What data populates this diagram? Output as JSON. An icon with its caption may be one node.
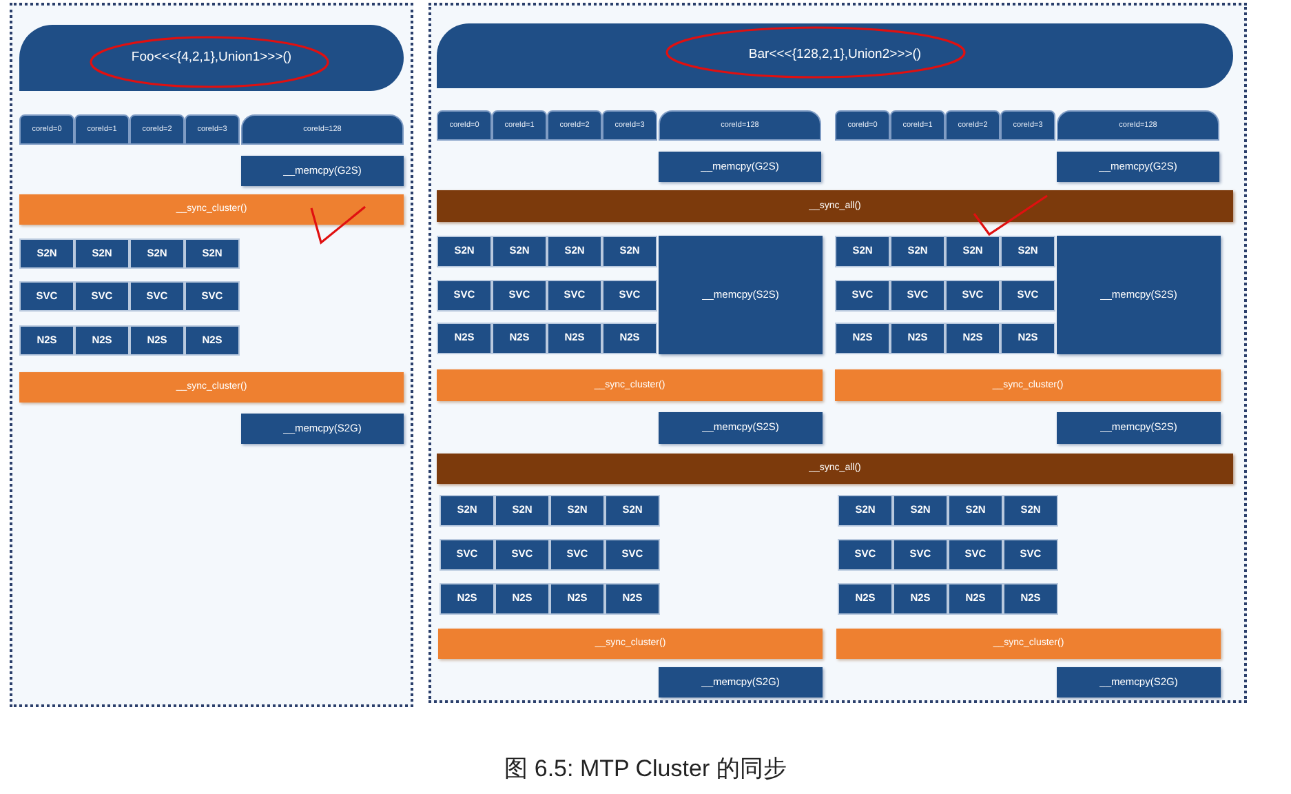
{
  "diagram": {
    "caption": "图 6.5: MTP Cluster 的同步",
    "nodes": [
      {
        "text": [],
        "shape": "box"
      },
      {
        "text": [
          "Foo<<<{4,2,1},Union1>>>()"
        ],
        "in": 0
      },
      {
        "text": [
          "coreId=0"
        ],
        "in": 0
      },
      {
        "text": [
          "coreId=1"
        ],
        "in": 0
      },
      {
        "text": [
          "coreId=2"
        ],
        "in": 0
      },
      {
        "text": [
          "coreId=3"
        ],
        "in": 0
      },
      {
        "text": [
          "coreId=128"
        ],
        "in": 0
      },
      {
        "text": [
          "__memcpy(G2S)"
        ],
        "in": 0
      },
      {
        "text": [
          "__sync_cluster()"
        ],
        "in": 0
      },
      {
        "text": [
          "S2N"
        ],
        "in": 0
      },
      {
        "text": [
          "S2N"
        ],
        "in": 0
      },
      {
        "text": [
          "S2N"
        ],
        "in": 0
      },
      {
        "text": [
          "S2N"
        ],
        "in": 0
      },
      {
        "text": [
          "SVC"
        ],
        "in": 0
      },
      {
        "text": [
          "SVC"
        ],
        "in": 0
      },
      {
        "text": [
          "SVC"
        ],
        "in": 0
      },
      {
        "text": [
          "SVC"
        ],
        "in": 0
      },
      {
        "text": [
          "N2S"
        ],
        "in": 0
      },
      {
        "text": [
          "N2S"
        ],
        "in": 0
      },
      {
        "text": [
          "N2S"
        ],
        "in": 0
      },
      {
        "text": [
          "N2S"
        ],
        "in": 0
      },
      {
        "text": [
          "__sync_cluster()"
        ],
        "in": 0
      },
      {
        "text": [
          "__memcpy(S2G)"
        ],
        "in": 0
      },
      {
        "text": [],
        "shape": "box"
      },
      {
        "text": [
          "Bar<<<{128,2,1},Union2>>>()"
        ],
        "in": 23
      },
      {
        "text": [
          "coreId=0"
        ],
        "in": 23
      },
      {
        "text": [
          "coreId=1"
        ],
        "in": 23
      },
      {
        "text": [
          "coreId=2"
        ],
        "in": 23
      },
      {
        "text": [
          "coreId=3"
        ],
        "in": 23
      },
      {
        "text": [
          "coreId=128"
        ],
        "in": 23
      },
      {
        "text": [
          "coreId=0"
        ],
        "in": 23
      },
      {
        "text": [
          "coreId=1"
        ],
        "in": 23
      },
      {
        "text": [
          "coreId=2"
        ],
        "in": 23
      },
      {
        "text": [
          "coreId=3"
        ],
        "in": 23
      },
      {
        "text": [
          "coreId=128"
        ],
        "in": 23
      },
      {
        "text": [
          "__memcpy(G2S)"
        ],
        "in": 23
      },
      {
        "text": [
          "__memcpy(G2S)"
        ],
        "in": 23
      },
      {
        "text": [
          "__sync_all()"
        ],
        "in": 23
      },
      {
        "text": [
          "S2N"
        ],
        "in": 23
      },
      {
        "text": [
          "S2N"
        ],
        "in": 23
      },
      {
        "text": [
          "S2N"
        ],
        "in": 23
      },
      {
        "text": [
          "S2N"
        ],
        "in": 23
      },
      {
        "text": [
          "__memcpy(S2S)"
        ],
        "in": 23
      },
      {
        "text": [
          "S2N"
        ],
        "in": 23
      },
      {
        "text": [
          "S2N"
        ],
        "in": 23
      },
      {
        "text": [
          "S2N"
        ],
        "in": 23
      },
      {
        "text": [
          "S2N"
        ],
        "in": 23
      },
      {
        "text": [
          "__memcpy(S2S)"
        ],
        "in": 23
      },
      {
        "text": [
          "SVC"
        ],
        "in": 23
      },
      {
        "text": [
          "SVC"
        ],
        "in": 23
      },
      {
        "text": [
          "SVC"
        ],
        "in": 23
      },
      {
        "text": [
          "SVC"
        ],
        "in": 23
      },
      {
        "text": [
          "SVC"
        ],
        "in": 23
      },
      {
        "text": [
          "SVC"
        ],
        "in": 23
      },
      {
        "text": [
          "SVC"
        ],
        "in": 23
      },
      {
        "text": [
          "SVC"
        ],
        "in": 23
      },
      {
        "text": [
          "N2S"
        ],
        "in": 23
      },
      {
        "text": [
          "N2S"
        ],
        "in": 23
      },
      {
        "text": [
          "N2S"
        ],
        "in": 23
      },
      {
        "text": [
          "N2S"
        ],
        "in": 23
      },
      {
        "text": [
          "N2S"
        ],
        "in": 23
      },
      {
        "text": [
          "N2S"
        ],
        "in": 23
      },
      {
        "text": [
          "N2S"
        ],
        "in": 23
      },
      {
        "text": [
          "N2S"
        ],
        "in": 23
      },
      {
        "text": [
          "__sync_cluster()"
        ],
        "in": 23
      },
      {
        "text": [
          "__sync_cluster()"
        ],
        "in": 23
      },
      {
        "text": [
          "__memcpy(S2S)"
        ],
        "in": 23
      },
      {
        "text": [
          "__memcpy(S2S)"
        ],
        "in": 23
      },
      {
        "text": [
          "__sync_all()"
        ],
        "in": 23
      },
      {
        "text": [
          "S2N"
        ],
        "in": 23
      },
      {
        "text": [
          "S2N"
        ],
        "in": 23
      },
      {
        "text": [
          "S2N"
        ],
        "in": 23
      },
      {
        "text": [
          "S2N"
        ],
        "in": 23
      },
      {
        "text": [
          "S2N"
        ],
        "in": 23
      },
      {
        "text": [
          "S2N"
        ],
        "in": 23
      },
      {
        "text": [
          "S2N"
        ],
        "in": 23
      },
      {
        "text": [
          "S2N"
        ],
        "in": 23
      },
      {
        "text": [
          "SVC"
        ],
        "in": 23
      },
      {
        "text": [
          "SVC"
        ],
        "in": 23
      },
      {
        "text": [
          "SVC"
        ],
        "in": 23
      },
      {
        "text": [
          "SVC"
        ],
        "in": 23
      },
      {
        "text": [
          "SVC"
        ],
        "in": 23
      },
      {
        "text": [
          "SVC"
        ],
        "in": 23
      },
      {
        "text": [
          "SVC"
        ],
        "in": 23
      },
      {
        "text": [
          "SVC"
        ],
        "in": 23
      },
      {
        "text": [
          "N2S"
        ],
        "in": 23
      },
      {
        "text": [
          "N2S"
        ],
        "in": 23
      },
      {
        "text": [
          "N2S"
        ],
        "in": 23
      },
      {
        "text": [
          "N2S"
        ],
        "in": 23
      },
      {
        "text": [
          "N2S"
        ],
        "in": 23
      },
      {
        "text": [
          "N2S"
        ],
        "in": 23
      },
      {
        "text": [
          "N2S"
        ],
        "in": 23
      },
      {
        "text": [
          "N2S"
        ],
        "in": 23
      },
      {
        "text": [
          "__sync_cluster()"
        ],
        "in": 23
      },
      {
        "text": [
          "__sync_cluster()"
        ],
        "in": 23
      },
      {
        "text": [
          "__memcpy(S2G)"
        ],
        "in": 23
      },
      {
        "text": [
          "__memcpy(S2G)"
        ],
        "in": 23
      }
    ]
  }
}
